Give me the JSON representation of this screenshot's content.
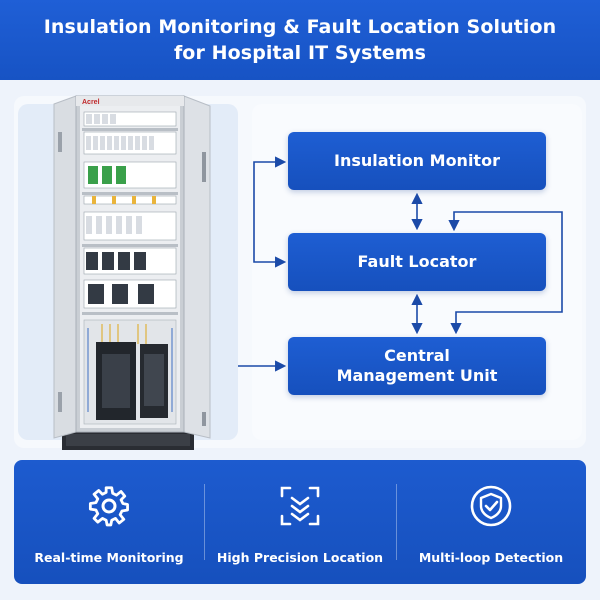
{
  "header": {
    "title_line1": "Insulation Monitoring & Fault Location Solution",
    "title_line2": "for Hospital IT Systems"
  },
  "cabinet": {
    "brand": "Acrel"
  },
  "diagram": {
    "insulation_monitor": "Insulation Monitor",
    "fault_locator": "Fault Locator",
    "central_line1": "Central",
    "central_line2": "Management Unit"
  },
  "features": [
    {
      "label": "Real-time Monitoring",
      "icon": "gear-icon"
    },
    {
      "label": "High Precision Location",
      "icon": "location-icon"
    },
    {
      "label": "Multi-loop Detection",
      "icon": "shield-check-icon"
    }
  ],
  "colors": {
    "primary_blue": "#1d5bcf",
    "arrow_blue": "#1b4aa8",
    "background": "#eef3fb"
  }
}
